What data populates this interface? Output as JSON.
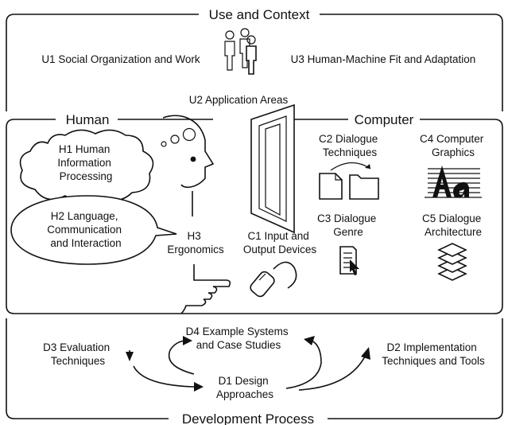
{
  "sections": {
    "use": "Use and Context",
    "human": "Human",
    "computer": "Computer",
    "development": "Development Process"
  },
  "use": {
    "u1": "U1 Social Organization and Work",
    "u2": "U2 Application Areas",
    "u3": "U3 Human-Machine Fit and Adaptation"
  },
  "human": {
    "h1": [
      "H1 Human",
      "Information",
      "Processing"
    ],
    "h2": [
      "H2 Language,",
      "Communication",
      "and Interaction"
    ],
    "h3": [
      "H3",
      "Ergonomics"
    ]
  },
  "computer": {
    "c1": [
      "C1 Input and",
      "Output Devices"
    ],
    "c2": [
      "C2 Dialogue",
      "Techniques"
    ],
    "c3": [
      "C3 Dialogue",
      "Genre"
    ],
    "c4": [
      "C4 Computer",
      "Graphics"
    ],
    "c5": [
      "C5 Dialogue",
      "Architecture"
    ]
  },
  "development": {
    "d1": [
      "D1 Design",
      "Approaches"
    ],
    "d2": [
      "D2 Implementation",
      "Techniques and Tools"
    ],
    "d3": [
      "D3 Evaluation",
      "Techniques"
    ],
    "d4": [
      "D4 Example Systems",
      "and Case Studies"
    ]
  },
  "icons": [
    "people-icon",
    "head-profile-icon",
    "hand-icon",
    "monitor-icon",
    "mouse-icon",
    "document-icon",
    "folder-icon",
    "graphics-icon",
    "document-cursor-icon",
    "layers-icon",
    "cycle-arrow-icon"
  ]
}
